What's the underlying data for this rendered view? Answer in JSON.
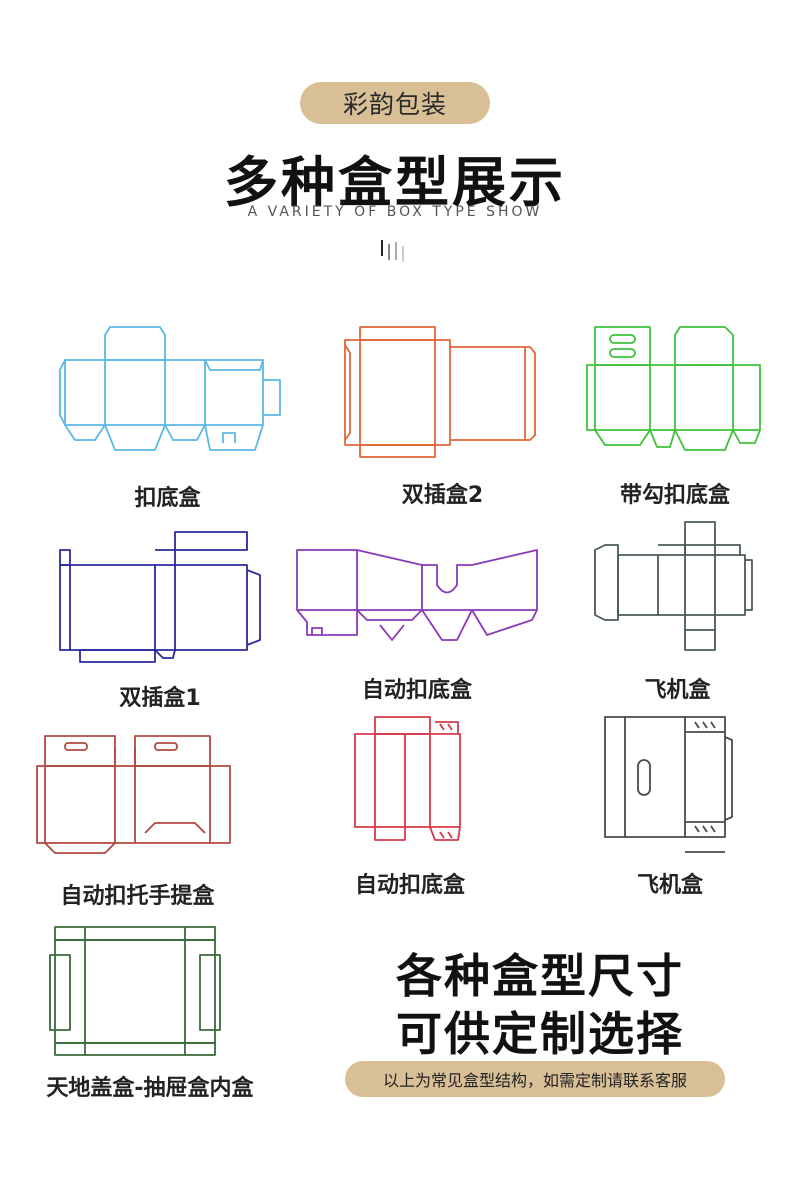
{
  "header": {
    "badge": "彩韵包装",
    "title": "多种盒型展示",
    "subtitle_en": "A VARIETY OF BOX TYPE SHOW"
  },
  "colors": {
    "accent_pill": "#d8bf96",
    "box1": "#5ab8e6",
    "box2": "#e0683a",
    "box3": "#3dc23d",
    "box4": "#2a2aa0",
    "box5": "#8a3ab8",
    "box6": "#4a5a5a",
    "box7": "#b04a40",
    "box8": "#d83a4a",
    "box9": "#4a4a4a",
    "box10": "#3a6a3a"
  },
  "boxes": [
    {
      "label": "扣底盒",
      "icon": "buckle-bottom-box-diagram"
    },
    {
      "label": "双插盒2",
      "icon": "double-tuck-box-diagram"
    },
    {
      "label": "带勾扣底盒",
      "icon": "hook-buckle-bottom-box-diagram"
    },
    {
      "label": "双插盒1",
      "icon": "double-tuck-box-diagram"
    },
    {
      "label": "自动扣底盒",
      "icon": "auto-lock-bottom-box-diagram"
    },
    {
      "label": "飞机盒",
      "icon": "airplane-box-diagram"
    },
    {
      "label": "自动扣托手提盒",
      "icon": "auto-lock-handle-box-diagram"
    },
    {
      "label": "自动扣底盒",
      "icon": "auto-lock-bottom-box-diagram"
    },
    {
      "label": "飞机盒",
      "icon": "airplane-box-diagram"
    },
    {
      "label": "天地盖盒-抽屉盒内盒",
      "icon": "lid-base-drawer-box-diagram"
    }
  ],
  "promo": {
    "line1": "各种盒型尺寸",
    "line2": "可供定制选择",
    "note": "以上为常见盒型结构，如需定制请联系客服"
  }
}
